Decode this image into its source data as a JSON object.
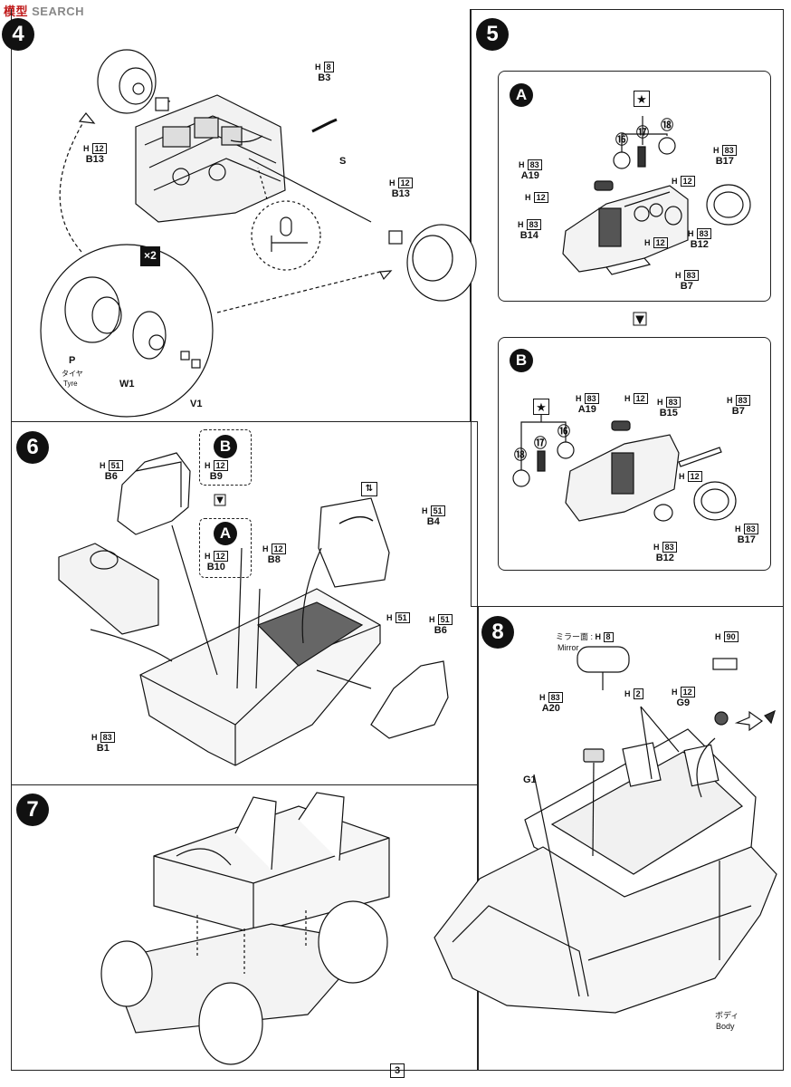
{
  "watermark": {
    "cn": "模型",
    "en": "SEARCH"
  },
  "page_number": "3",
  "steps": {
    "s4": {
      "num": "4",
      "multiplier": "×2",
      "labels": {
        "b3": {
          "h": "H",
          "hn": "8",
          "part": "B3"
        },
        "b13a": {
          "h": "H",
          "hn": "12",
          "part": "B13"
        },
        "b13b": {
          "h": "H",
          "hn": "12",
          "part": "B13"
        },
        "s": "S",
        "p": "P",
        "tyre_jp": "タイヤ",
        "tyre_en": "Tyre",
        "w1": "W1",
        "v1": "V1"
      }
    },
    "s5": {
      "num": "5",
      "a": {
        "marker": "A",
        "opt16": "⑯",
        "opt17": "⑰",
        "opt18": "⑱",
        "a19": {
          "h": "H",
          "hn": "83",
          "part": "A19"
        },
        "h12a": {
          "h": "H",
          "hn": "12"
        },
        "b14": {
          "h": "H",
          "hn": "83",
          "part": "B14"
        },
        "h12b": {
          "h": "H",
          "hn": "12"
        },
        "h12c": {
          "h": "H",
          "hn": "12"
        },
        "b17": {
          "h": "H",
          "hn": "83",
          "part": "B17"
        },
        "b12": {
          "h": "H",
          "hn": "83",
          "part": "B12"
        },
        "b7": {
          "h": "H",
          "hn": "83",
          "part": "B7"
        }
      },
      "b": {
        "marker": "B",
        "opt16": "⑯",
        "opt17": "⑰",
        "opt18": "⑱",
        "a19": {
          "h": "H",
          "hn": "83",
          "part": "A19"
        },
        "h12a": {
          "h": "H",
          "hn": "12"
        },
        "b15": {
          "h": "H",
          "hn": "83",
          "part": "B15"
        },
        "b7": {
          "h": "H",
          "hn": "83",
          "part": "B7"
        },
        "h12b": {
          "h": "H",
          "hn": "12"
        },
        "b17": {
          "h": "H",
          "hn": "83",
          "part": "B17"
        },
        "b12": {
          "h": "H",
          "hn": "83",
          "part": "B12"
        }
      }
    },
    "s6": {
      "num": "6",
      "b6a": {
        "h": "H",
        "hn": "51",
        "part": "B6"
      },
      "b_marker": "B",
      "b9": {
        "h": "H",
        "hn": "12",
        "part": "B9"
      },
      "a_marker": "A",
      "b10": {
        "h": "H",
        "hn": "12",
        "part": "B10"
      },
      "b8": {
        "h": "H",
        "hn": "12",
        "part": "B8"
      },
      "b4": {
        "h": "H",
        "hn": "51",
        "part": "B4"
      },
      "h51": {
        "h": "H",
        "hn": "51"
      },
      "b6b": {
        "h": "H",
        "hn": "51",
        "part": "B6"
      },
      "b1": {
        "h": "H",
        "hn": "83",
        "part": "B1"
      }
    },
    "s7": {
      "num": "7"
    },
    "s8": {
      "num": "8",
      "mirror": {
        "jp": "ミラー面 :",
        "h": "H",
        "hn": "8",
        "en": "Mirror"
      },
      "h90": {
        "h": "H",
        "hn": "90"
      },
      "g9": {
        "h": "H",
        "hn": "12",
        "part": "G9"
      },
      "a20": {
        "h": "H",
        "hn": "83",
        "part": "A20"
      },
      "h2": {
        "h": "H",
        "hn": "2"
      },
      "g1": "G1",
      "body_jp": "ボディ",
      "body_en": "Body"
    }
  }
}
